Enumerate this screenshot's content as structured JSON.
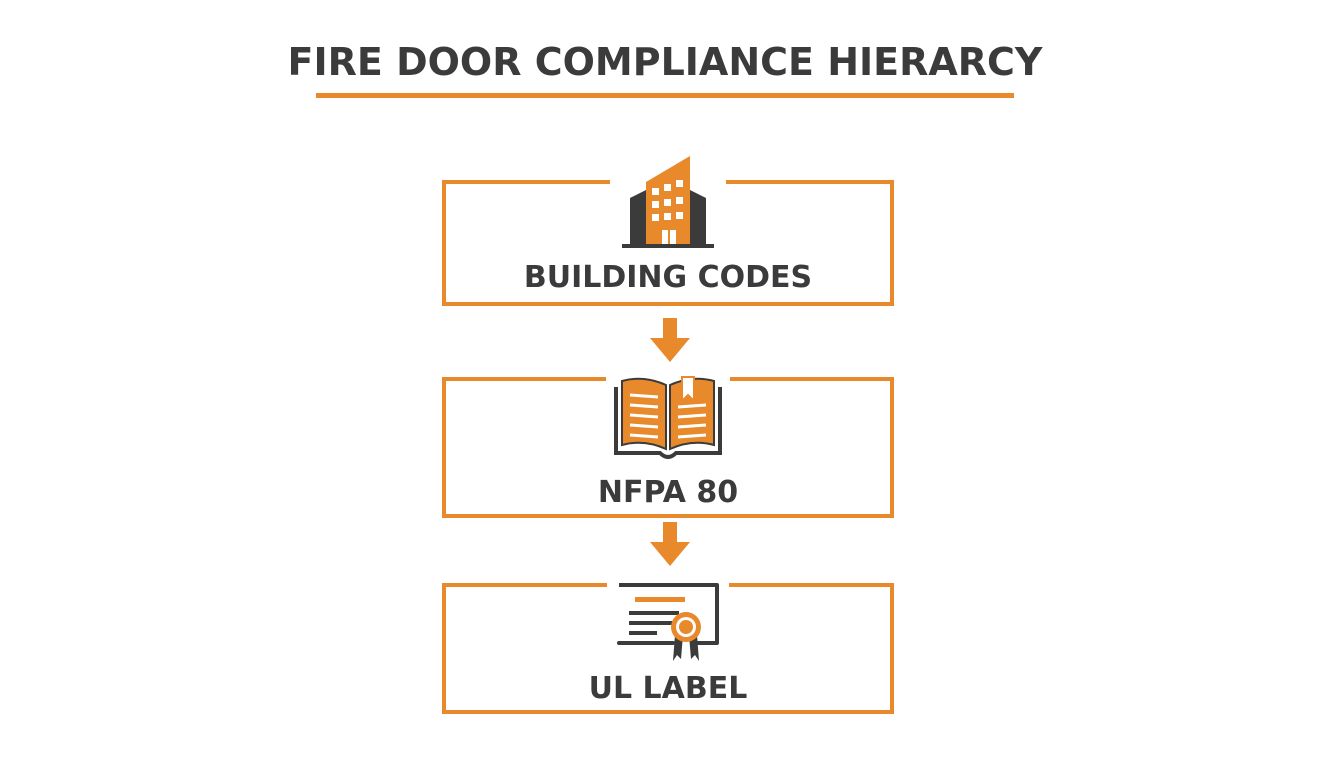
{
  "title": "FIRE DOOR COMPLIANCE HIERARCY",
  "colors": {
    "accent": "#E8892B",
    "text": "#3B3B3B",
    "icon_dark": "#3B3B3B"
  },
  "hierarchy": [
    {
      "label": "BUILDING CODES",
      "icon": "building-icon"
    },
    {
      "label": "NFPA 80",
      "icon": "open-book-icon"
    },
    {
      "label": "UL LABEL",
      "icon": "certificate-icon"
    }
  ],
  "connectors": [
    "down-arrow-icon",
    "down-arrow-icon"
  ]
}
